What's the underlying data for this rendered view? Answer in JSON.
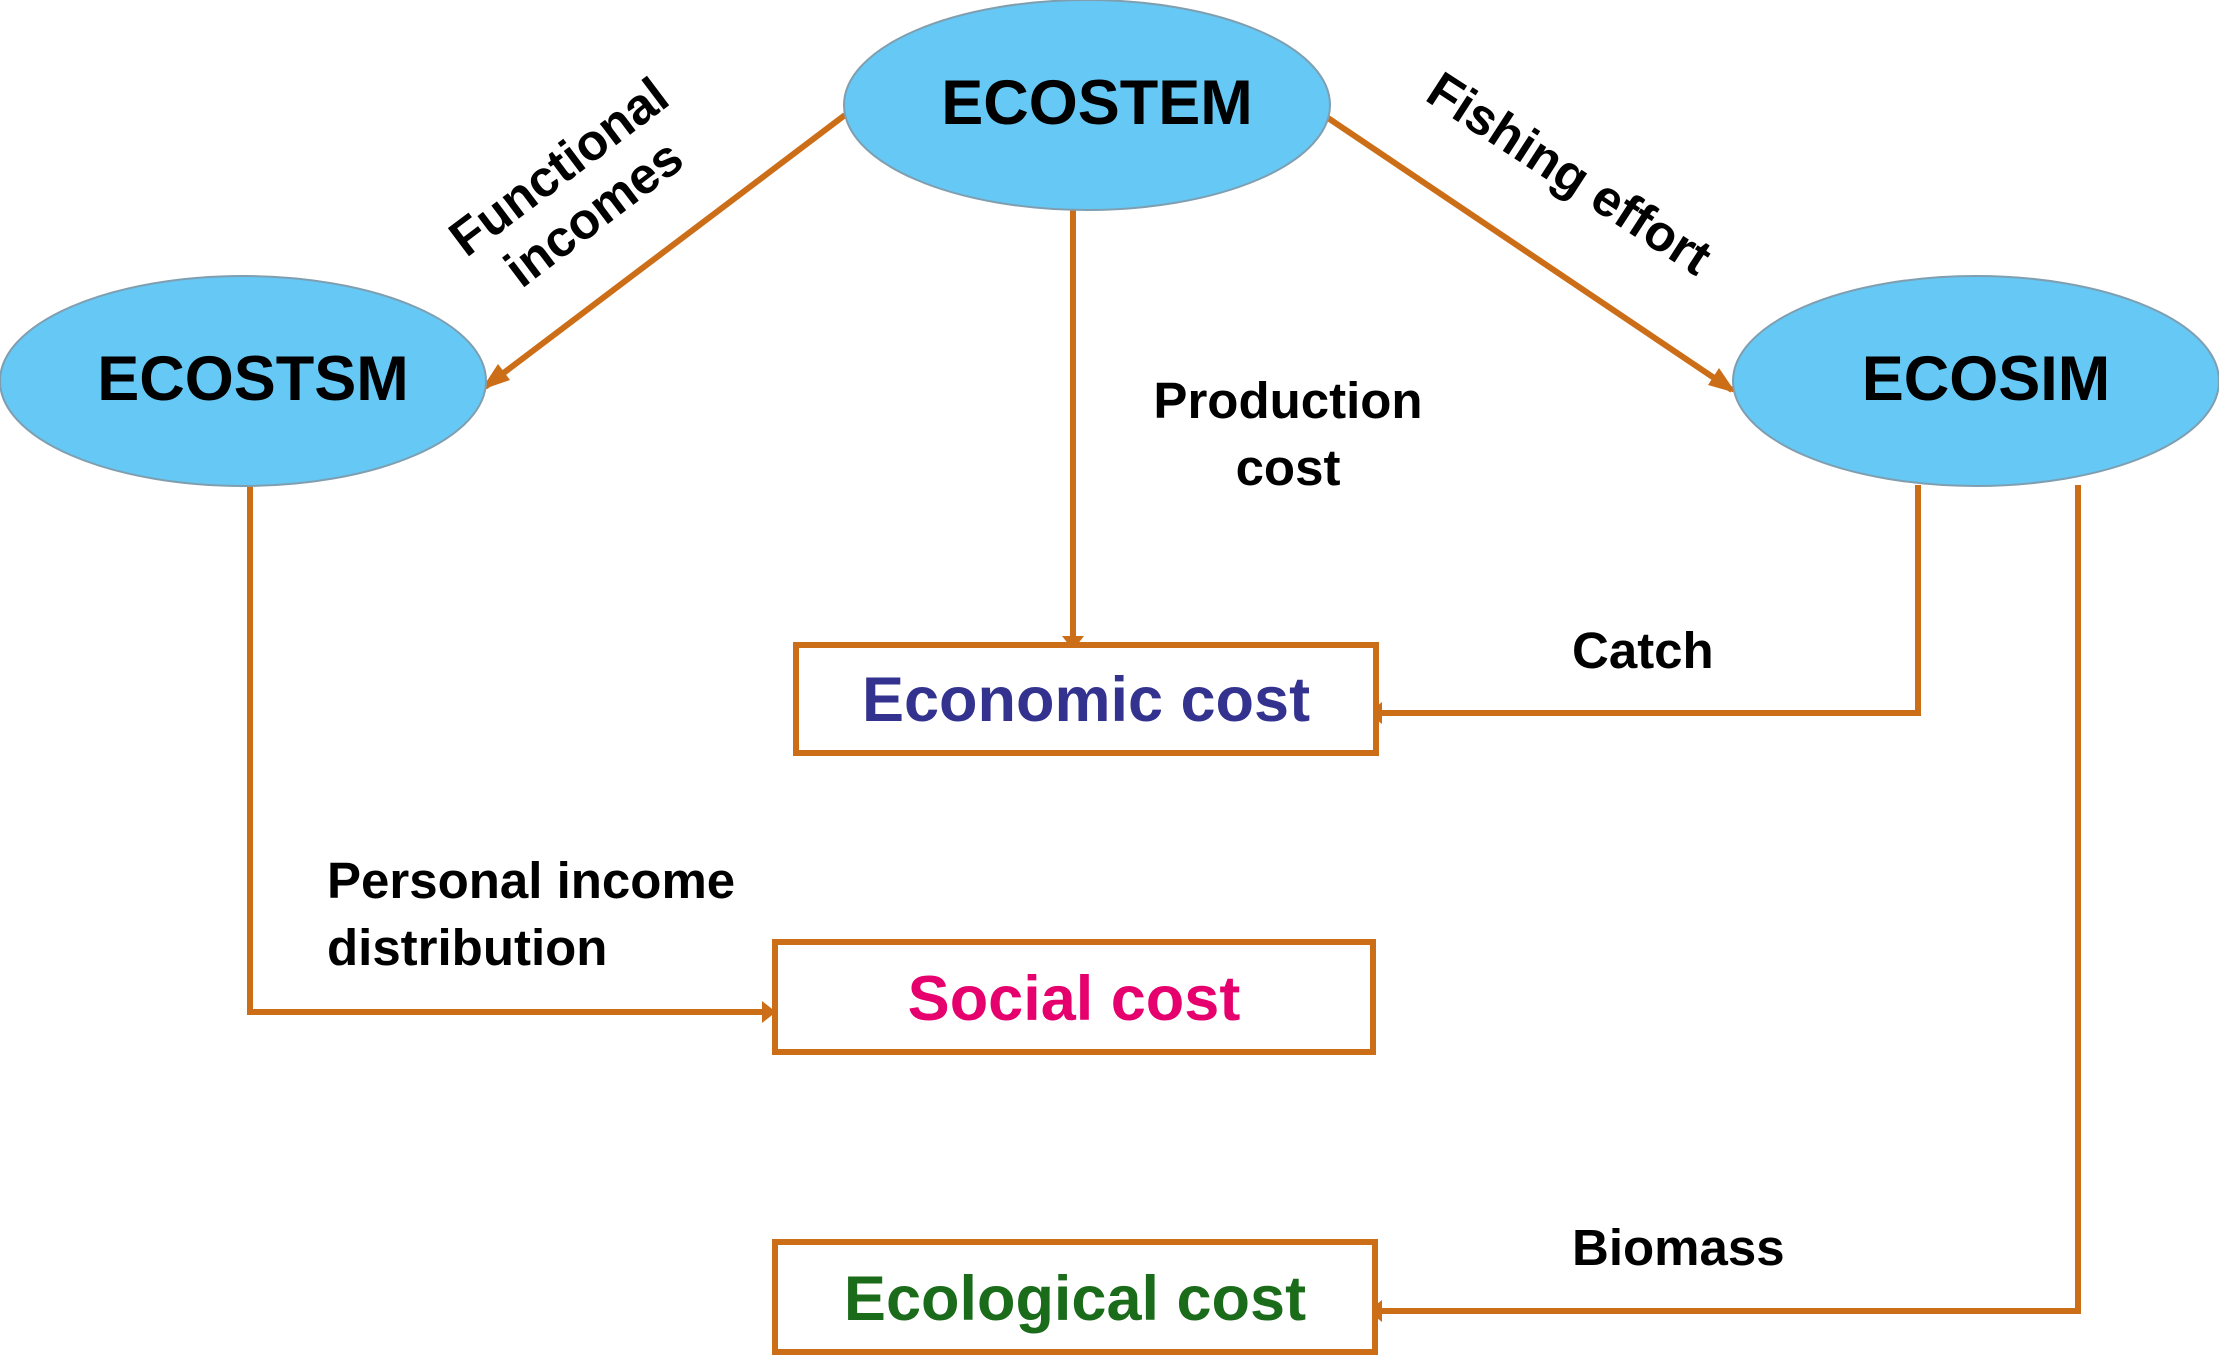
{
  "colors": {
    "ellipse_fill": "#66C8F5",
    "ellipse_stroke": "#7F9FB0",
    "connector": "#CC6E17",
    "economic": "#33338F",
    "social": "#E6006E",
    "ecological": "#1A6B1A"
  },
  "nodes": {
    "ecostem": "ECOSTEM",
    "ecostsm": "ECOSTSM",
    "ecosim": "ECOSIM"
  },
  "boxes": {
    "economic": "Economic cost",
    "social": "Social cost",
    "ecological": "Ecological cost"
  },
  "edges": {
    "functional_incomes": [
      "Functional",
      "incomes"
    ],
    "fishing_effort": "Fishing effort",
    "production_cost": [
      "Production",
      "cost"
    ],
    "catch": "Catch",
    "personal_income": [
      "Personal income",
      "distribution"
    ],
    "biomass": "Biomass"
  }
}
